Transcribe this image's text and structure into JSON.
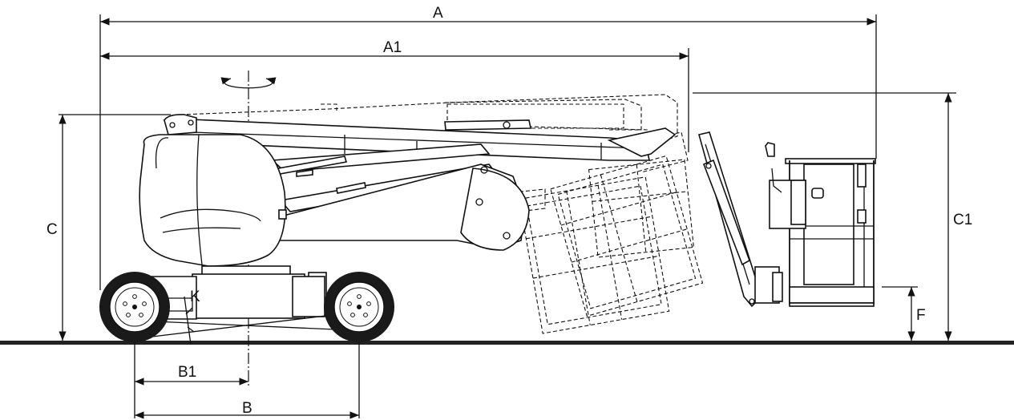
{
  "labels": {
    "A": "A",
    "A1": "A1",
    "B": "B",
    "B1": "B1",
    "C": "C",
    "C1": "C1",
    "F": "F",
    "K": "K"
  },
  "colors": {
    "line": "#111111",
    "ground": "#222222",
    "tire": "#1a1a1a"
  }
}
